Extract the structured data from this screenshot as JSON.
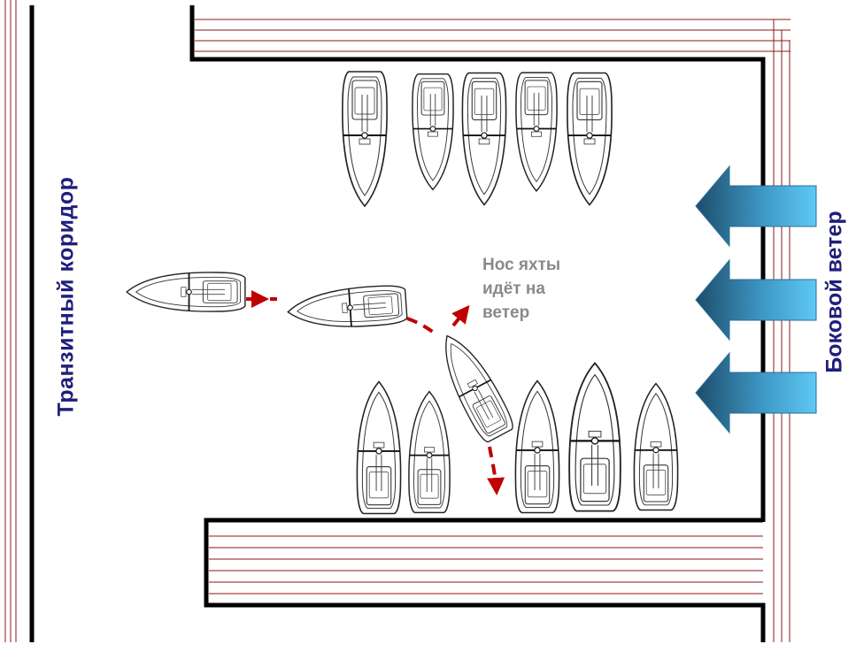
{
  "diagram": {
    "corridor_label": "Транзитный  коридор",
    "wind_label": "Боковой ветер",
    "bow_note_lines": [
      "Нос яхты",
      "идёт на",
      "ветер"
    ]
  },
  "colors": {
    "wall": "#000000",
    "pier_stripe": "#8b1a1a",
    "label_blue": "#1f1f7a",
    "note_gray": "#8a8a8a",
    "track_red": "#c00000",
    "wind_light": "#5ec8f5",
    "wind_dark": "#1d4c6b"
  },
  "icons": {
    "yacht": "yacht-top-view-icon",
    "wind_arrow": "wind-arrow-left-icon",
    "track_arrow": "dashed-red-arrow-icon"
  }
}
